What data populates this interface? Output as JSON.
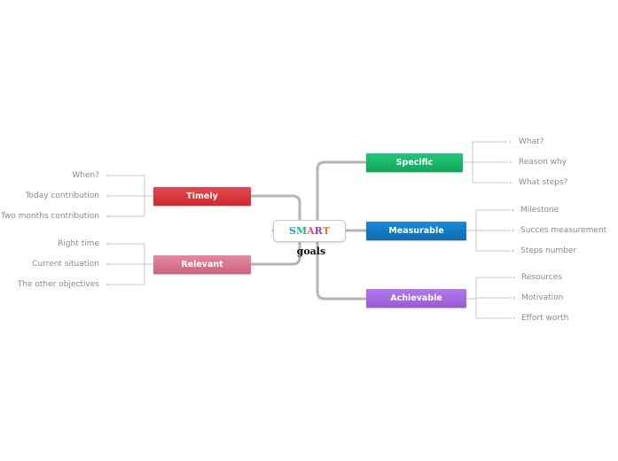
{
  "center": {
    "letters": [
      {
        "ch": "S",
        "color": "#1a9bd7"
      },
      {
        "ch": "M",
        "color": "#2bb673"
      },
      {
        "ch": "A",
        "color": "#e94e77"
      },
      {
        "ch": "R",
        "color": "#8e44ad"
      },
      {
        "ch": "T",
        "color": "#e67e22"
      }
    ],
    "suffix": " goals"
  },
  "branches": {
    "specific": {
      "label": "Specific",
      "color": "#1bb86d",
      "leaves": [
        "What?",
        "Reason why",
        "What steps?"
      ]
    },
    "measurable": {
      "label": "Measurable",
      "color": "#127bc2",
      "leaves": [
        "Milestone",
        "Succes measurement",
        "Steps number"
      ]
    },
    "achievable": {
      "label": "Achievable",
      "color": "#a564e0",
      "leaves": [
        "Resources",
        "Motivation",
        "Effort worth"
      ]
    },
    "timely": {
      "label": "Timely",
      "color": "#d9353b",
      "leaves": [
        "When?",
        "Today contribution",
        "Two months contribution"
      ]
    },
    "relevant": {
      "label": "Relevant",
      "color": "#d8738d",
      "leaves": [
        "Right time",
        "Current situation",
        "The other objectives"
      ]
    }
  }
}
